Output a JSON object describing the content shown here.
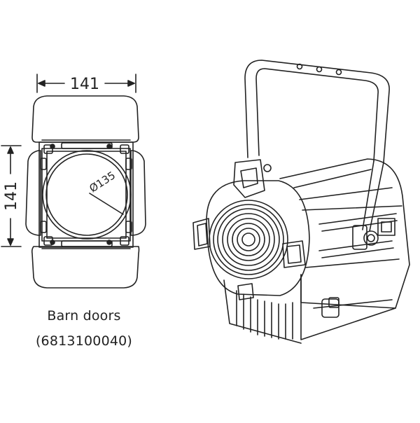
{
  "dimensions": {
    "width": "141",
    "height": "141",
    "diameter": "Ø135"
  },
  "caption": {
    "title": "Barn doors",
    "part_number": "(6813100040)"
  },
  "colors": {
    "line": "#222222",
    "background": "#ffffff"
  }
}
